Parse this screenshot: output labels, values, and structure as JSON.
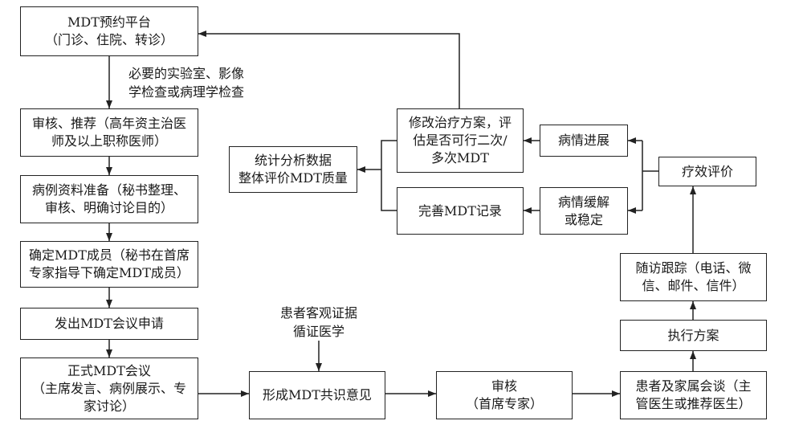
{
  "nodes": {
    "booking_platform": {
      "lines": [
        "MDT预约平台",
        "（门诊、住院、转诊）"
      ]
    },
    "review_recommend": {
      "lines": [
        "审核、推荐（高年资主治医",
        "师及以上职称医师）"
      ]
    },
    "case_prep": {
      "lines": [
        "病例资料准备（秘书整理、",
        "审核、明确讨论目的）"
      ]
    },
    "confirm_members": {
      "lines": [
        "确定MDT成员（秘书在首席",
        "专家指导下确定MDT成员）"
      ]
    },
    "send_request": {
      "lines": [
        "发出MDT会议申请"
      ]
    },
    "formal_meeting": {
      "lines": [
        "正式MDT会议",
        "（主席发言、病例展示、专",
        "家讨论）"
      ]
    },
    "consensus": {
      "lines": [
        "形成MDT共识意见"
      ]
    },
    "chief_review": {
      "lines": [
        "审核",
        "（首席专家）"
      ]
    },
    "family_talk": {
      "lines": [
        "患者及家属会谈（主",
        "管医生或推荐医生）"
      ]
    },
    "execute_plan": {
      "lines": [
        "执行方案"
      ]
    },
    "follow_up": {
      "lines": [
        "随访跟踪（电话、微",
        "信、邮件、信件）"
      ]
    },
    "efficacy_eval": {
      "lines": [
        "疗效评价"
      ]
    },
    "progression": {
      "lines": [
        "病情进展"
      ]
    },
    "remission": {
      "lines": [
        "病情缓解",
        "或稳定"
      ]
    },
    "modify_plan": {
      "lines": [
        "修改治疗方案，评",
        "估是否可行二次/",
        "多次MDT"
      ]
    },
    "complete_record": {
      "lines": [
        "完善MDT记录"
      ]
    },
    "statistics": {
      "lines": [
        "统计分析数据",
        "整体评价MDT质量"
      ]
    }
  },
  "labels": {
    "workup": {
      "lines": [
        "必要的实验室、影像",
        "学检查或病理学检查"
      ]
    },
    "evidence": {
      "lines": [
        "患者客观证据",
        "循证医学"
      ]
    }
  },
  "colors": {
    "stroke": "#222222",
    "background": "#ffffff",
    "text": "#1a1a1a"
  }
}
